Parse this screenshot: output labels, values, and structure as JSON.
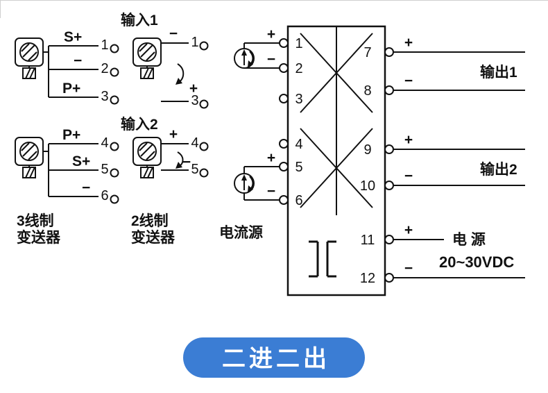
{
  "badge_label": "二进二出",
  "badge_color": "#3b7dd4",
  "captions": {
    "three_wire_1": "3线制",
    "three_wire_2": "变送器",
    "two_wire_1": "2线制",
    "two_wire_2": "变送器",
    "current_source": "电流源"
  },
  "group_3wire_a": {
    "rows": [
      {
        "label": "S+",
        "num": "1"
      },
      {
        "label": "−",
        "num": "2"
      },
      {
        "label": "P+",
        "num": "3"
      }
    ]
  },
  "group_3wire_b": {
    "rows": [
      {
        "label": "P+",
        "num": "4"
      },
      {
        "label": "S+",
        "num": "5"
      },
      {
        "label": "−",
        "num": "6"
      }
    ]
  },
  "input1": {
    "title": "输入1",
    "top_label": "−",
    "top_num": "1",
    "bot_label": "+",
    "bot_num": "3"
  },
  "input2": {
    "title": "输入2",
    "top_label": "+",
    "top_num": "4",
    "bot_label": "−",
    "bot_num": "5"
  },
  "source1": {
    "plus": "+",
    "minus": "−"
  },
  "source2": {
    "plus": "+",
    "minus": "−"
  },
  "block": {
    "left_nums": [
      "1",
      "2",
      "3",
      "4",
      "5",
      "6"
    ],
    "right_nums": [
      "7",
      "8",
      "9",
      "10",
      "11",
      "12"
    ],
    "right_pols": [
      "+",
      "−",
      "+",
      "−",
      "+",
      "−"
    ],
    "output1": "输出1",
    "output2": "输出2",
    "power_title": "电 源",
    "power_range": "20~30VDC"
  }
}
